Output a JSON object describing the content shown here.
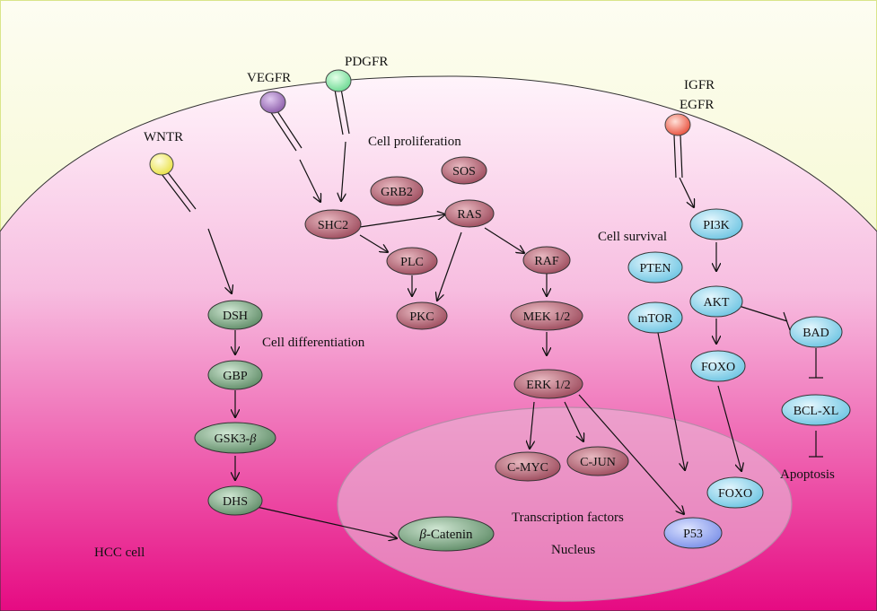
{
  "labels": {
    "hcc_cell": "HCC cell",
    "nucleus": "Nucleus",
    "transcription_factors": "Transcription factors",
    "cell_proliferation": "Cell proliferation",
    "cell_survival": "Cell survival",
    "cell_differentiation": "Cell differentiation",
    "apoptosis": "Apoptosis"
  },
  "receptors": {
    "wntr": "WNTR",
    "vegfr": "VEGFR",
    "pdgfr": "PDGFR",
    "igfr": "IGFR",
    "egfr": "EGFR"
  },
  "nodes": {
    "shc2": "SHC2",
    "grb2": "GRB2",
    "sos": "SOS",
    "ras": "RAS",
    "plc": "PLC",
    "pkc": "PKC",
    "raf": "RAF",
    "mek": "MEK 1/2",
    "erk": "ERK 1/2",
    "cmyc": "C-MYC",
    "cjun": "C-JUN",
    "dsh": "DSH",
    "gbp": "GBP",
    "gsk3": "GSK3-",
    "gsk3_beta": "β",
    "dhs": "DHS",
    "catenin_beta": "β",
    "catenin": "-Catenin",
    "pi3k": "PI3K",
    "pten": "PTEN",
    "mtor": "mTOR",
    "akt": "AKT",
    "foxo": "FOXO",
    "foxo_nuc": "FOXO",
    "bad": "BAD",
    "bclxl": "BCL-XL",
    "p53": "P53"
  },
  "colors": {
    "border": "#d9e58a",
    "background_top": "#fbfbe2",
    "background_bottom": "#b6e03a",
    "cell_top": "#fff2fb",
    "cell_bottom": "#e8007f",
    "ras_node": "#a85868",
    "wnt_node": "#6f9a76",
    "akt_node": "#7fcfe8",
    "p53_node": "#8a9ef0"
  }
}
